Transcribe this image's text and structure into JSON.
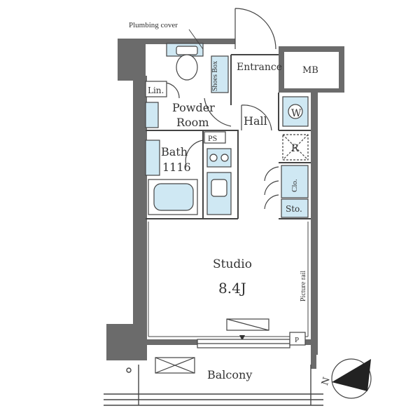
{
  "colors": {
    "wall": "#6b6b6b",
    "wall_dark": "#555555",
    "line": "#444444",
    "fixture_blue": "#cfe8f3",
    "background": "#ffffff"
  },
  "rooms": {
    "plumbing_cover": "Plumbing cover",
    "entrance": "Entrance",
    "mb": "MB",
    "shoes_box": "Shoes Box",
    "lin": "Lin.",
    "powder_room_line1": "Powder",
    "powder_room_line2": "Room",
    "hall": "Hall",
    "w": "W",
    "ps": "PS",
    "bath_line1": "Bath",
    "bath_line2": "1116",
    "r": "R",
    "clo": "Clo.",
    "sto": "Sto.",
    "studio": "Studio",
    "studio_size": "8.4J",
    "picture_rail": "Picture rail",
    "p": "P",
    "balcony": "Balcony",
    "north": "N"
  }
}
